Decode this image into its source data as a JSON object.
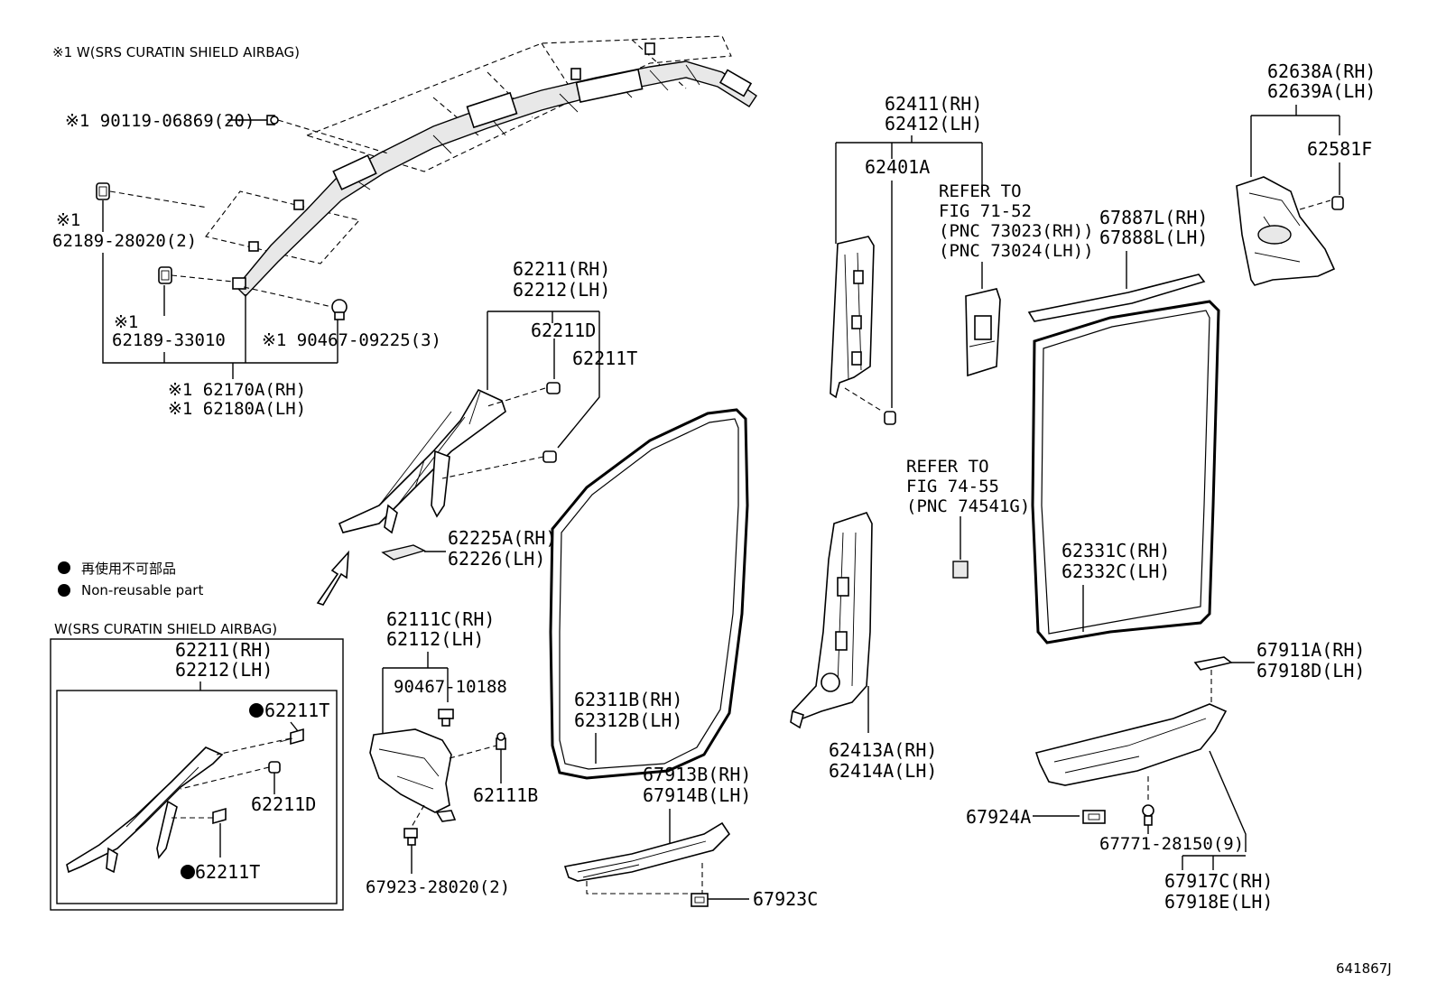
{
  "notes": {
    "airbag_note": "※1  W(SRS CURATIN SHIELD AIRBAG)",
    "legend_jp": "再使用不可部品",
    "legend_en": "Non-reusable part",
    "inset_title": "W(SRS CURATIN SHIELD AIRBAG)",
    "figure_id": "641867J"
  },
  "labels": {
    "p90119": "※1 90119-06869(20)",
    "mark1a": "※1",
    "p62189_28020": "62189-28020(2)",
    "mark1b": "※1",
    "p62189_33010": "62189-33010",
    "p90467_09225": "※1 90467-09225(3)",
    "p62170A": "※1 62170A(RH)",
    "p62180A": "※1 62180A(LH)",
    "p62211_rh": "62211(RH)",
    "p62212_lh": "62212(LH)",
    "p62211D": "62211D",
    "p62211T": "62211T",
    "p62225A": "62225A(RH)",
    "p62226": "62226(LH)",
    "inset_62211": "62211(RH)",
    "inset_62212": "62212(LH)",
    "inset_62211T_a": "62211T",
    "inset_62211D": "62211D",
    "inset_62211T_b": "62211T",
    "p62111C": "62111C(RH)",
    "p62112": "62112(LH)",
    "p90467_10188": "90467-10188",
    "p62111B": "62111B",
    "p67923_28020": "67923-28020(2)",
    "p62311B": "62311B(RH)",
    "p62312B": "62312B(LH)",
    "p67913B": "67913B(RH)",
    "p67914B": "67914B(LH)",
    "p67923C": "67923C",
    "p62411": "62411(RH)",
    "p62412": "62412(LH)",
    "p62401A": "62401A",
    "refer1_a": "REFER TO",
    "refer1_b": "FIG 71-52",
    "refer1_c": "(PNC 73023(RH))",
    "refer1_d": "(PNC 73024(LH))",
    "refer2_a": "REFER TO",
    "refer2_b": "FIG 74-55",
    "refer2_c": "(PNC 74541G)",
    "p62413A": "62413A(RH)",
    "p62414A": "62414A(LH)",
    "p62638A": "62638A(RH)",
    "p62639A": "62639A(LH)",
    "p62581F": "62581F",
    "p67887L": "67887L(RH)",
    "p67888L": "67888L(LH)",
    "p62331C": "62331C(RH)",
    "p62332C": "62332C(LH)",
    "p67911A": "67911A(RH)",
    "p67918D": "67918D(LH)",
    "p67924A": "67924A",
    "p67771": "67771-28150(9)",
    "p67917C": "67917C(RH)",
    "p67918E": "67918E(LH)"
  }
}
